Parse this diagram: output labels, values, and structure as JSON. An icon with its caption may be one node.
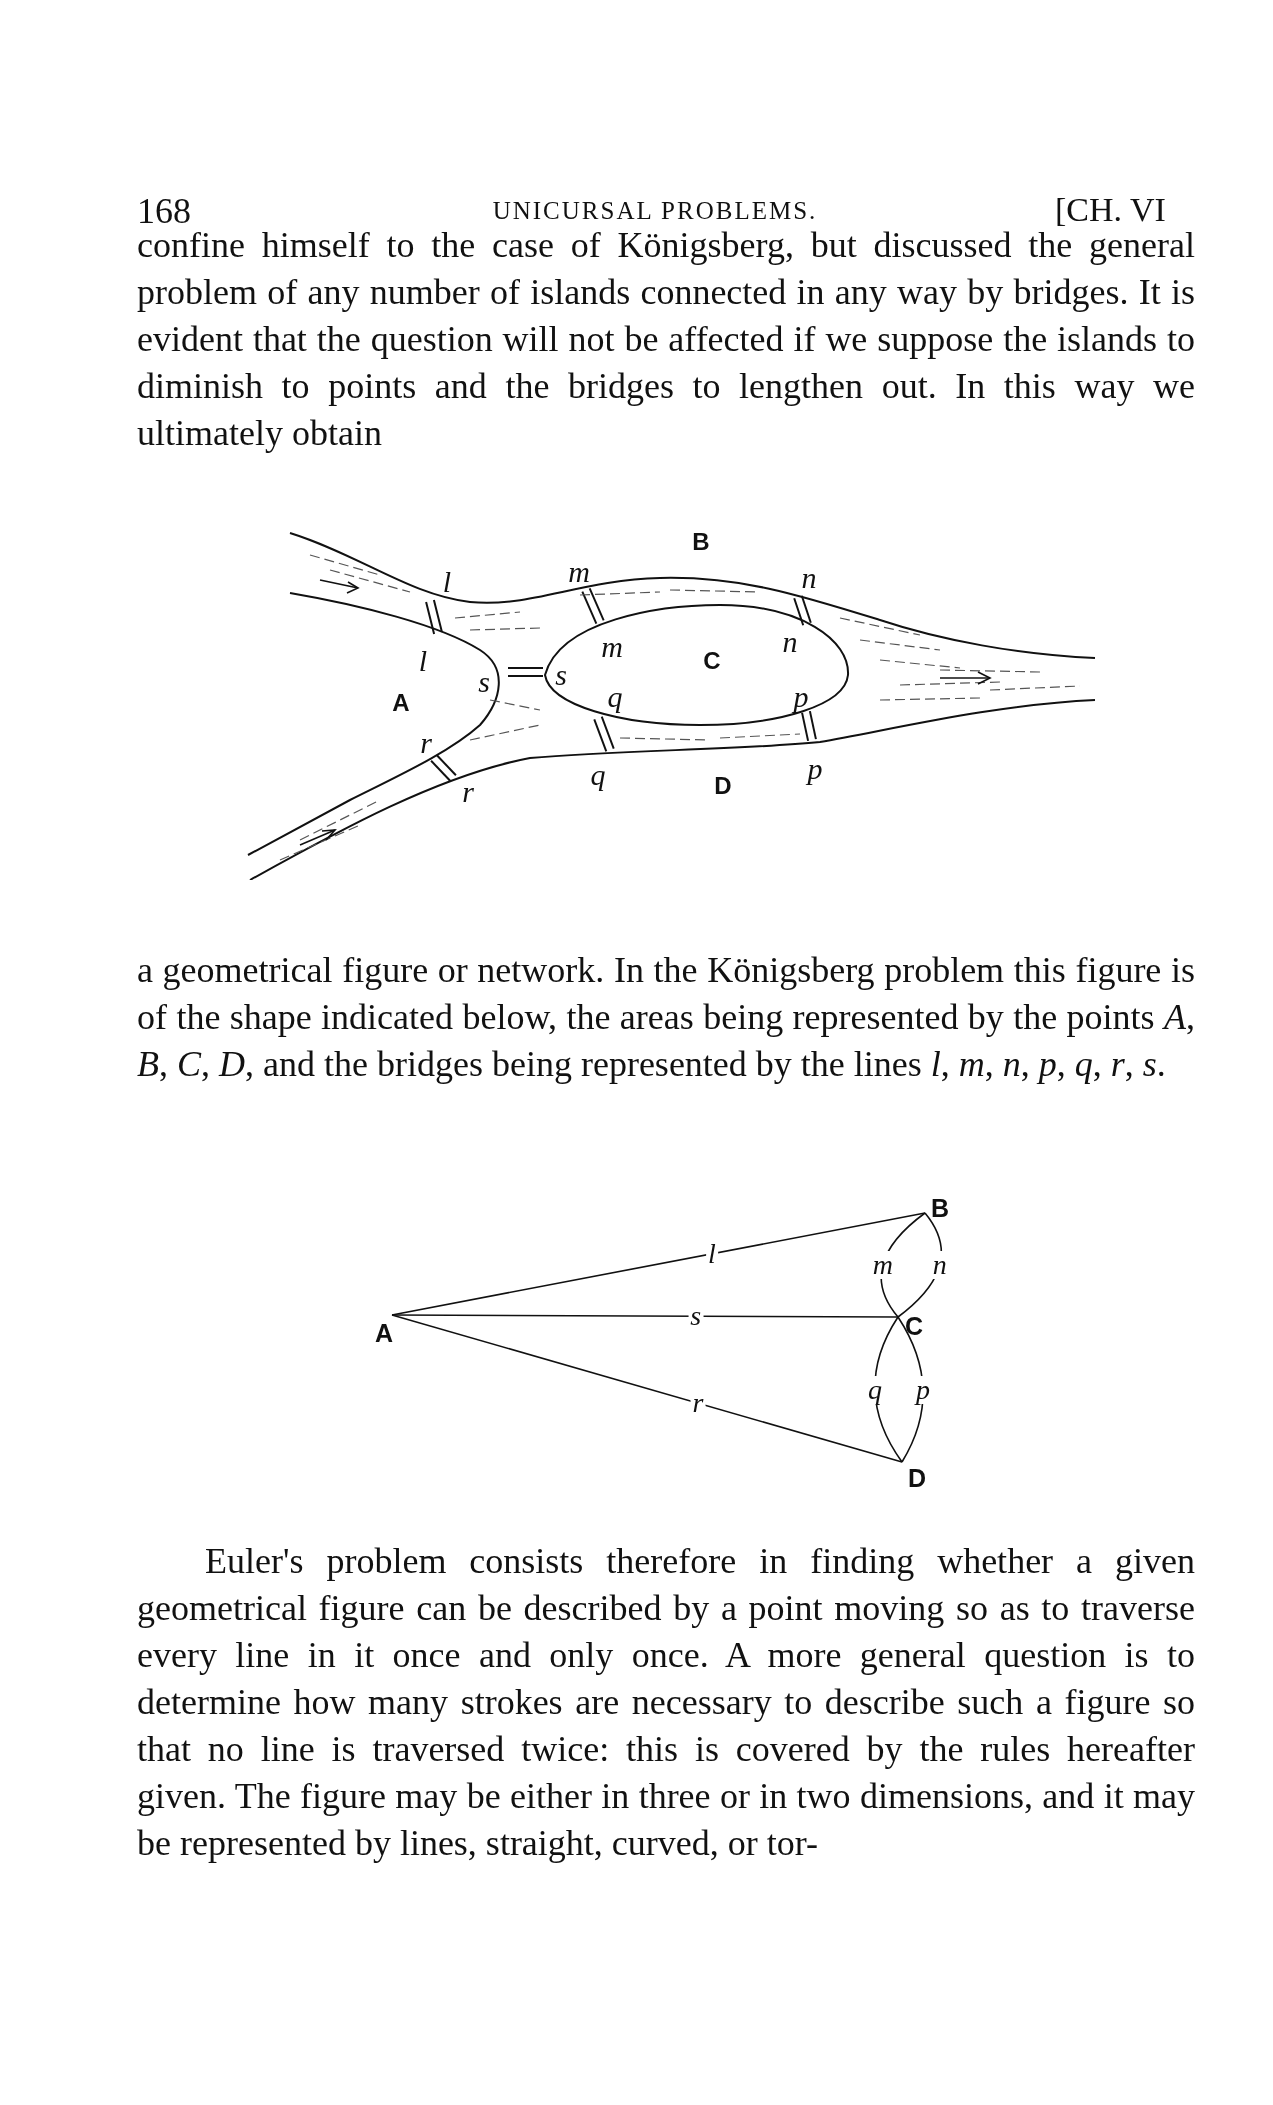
{
  "diagram": {
    "nodes": [
      {
        "text": [
          "A"
        ]
      },
      {
        "text": [
          "B"
        ]
      },
      {
        "text": [
          "C"
        ]
      },
      {
        "text": [
          "D"
        ]
      }
    ],
    "edges": [
      {
        "from": 0,
        "to": 1,
        "arrow": "none",
        "label": "l"
      },
      {
        "from": 1,
        "to": 2,
        "arrow": "none",
        "label": "m"
      },
      {
        "from": 1,
        "to": 2,
        "arrow": "none",
        "label": "n"
      },
      {
        "from": 0,
        "to": 2,
        "arrow": "none",
        "label": "s"
      },
      {
        "from": 2,
        "to": 3,
        "arrow": "none",
        "label": "q"
      },
      {
        "from": 2,
        "to": 3,
        "arrow": "none",
        "label": "p"
      },
      {
        "from": 0,
        "to": 3,
        "arrow": "none",
        "label": "r"
      }
    ],
    "labels": [
      "168",
      "UNICURSAL PROBLEMS.",
      "[CH. VI",
      "confine himself to the case of Königsberg, but discussed the general problem of any number of islands connected in any way by bridges. It is evident that the question will not be affected if we suppose the islands to diminish to points and the bridges to lengthen out. In this way we ultimately obtain",
      "B",
      "l",
      "m",
      "n",
      "l",
      "m",
      "C",
      "n",
      "s",
      "s",
      "A",
      "q",
      "p",
      "r",
      "q",
      "D",
      "p",
      "r",
      "a geometrical figure or network. In the Königsberg problem this figure is of the shape indicated below, the areas being represented by the points *A*, *B*, *C*, *D*, and the bridges being represented by the lines *l*, *m*, *n*, *p*, *q*, *r*, *s*.",
      "Euler's problem consists therefore in finding whether a given geometrical figure can be described by a point moving so as to traverse every line in it once and only once. A more general question is to determine how many strokes are necessary to describe such a figure so that no line is traversed twice: this is covered by the rules hereafter given. The figure may be either in three or in two dimensions, and it may be represented by lines, straight, curved, or tor-"
    ]
  }
}
